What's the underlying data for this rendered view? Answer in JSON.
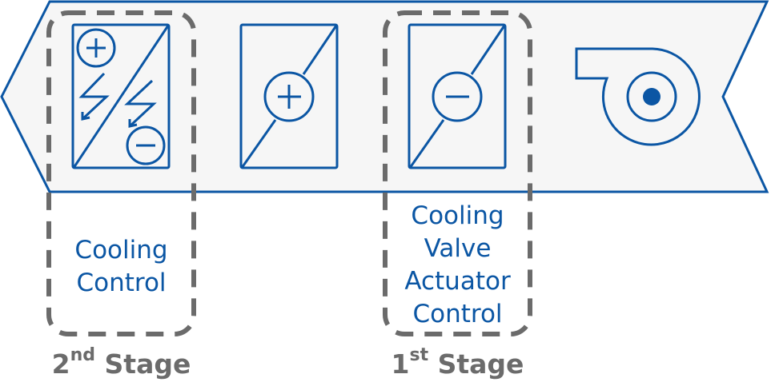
{
  "colors": {
    "duct_fill": "#f6f6f6",
    "duct_stroke": "#0b56a4",
    "icon_stroke": "#0b56a4",
    "dashed_box": "#6b6b6b",
    "label_text": "#0b56a4",
    "stage_text": "#6b6b6b"
  },
  "components": [
    {
      "id": "heat-exchanger",
      "icon": "plate-heat-exchanger-icon"
    },
    {
      "id": "heating-coil",
      "icon": "heating-coil-plus-icon"
    },
    {
      "id": "cooling-coil",
      "icon": "cooling-coil-minus-icon"
    },
    {
      "id": "fan",
      "icon": "fan-icon"
    }
  ],
  "groups": [
    {
      "label_lines": [
        "Cooling",
        "Control"
      ],
      "stage_number": "2",
      "stage_suffix": "nd",
      "stage_word": "Stage"
    },
    {
      "label_lines": [
        "Cooling",
        "Valve",
        "Actuator",
        "Control"
      ],
      "stage_number": "1",
      "stage_suffix": "st",
      "stage_word": "Stage"
    }
  ]
}
